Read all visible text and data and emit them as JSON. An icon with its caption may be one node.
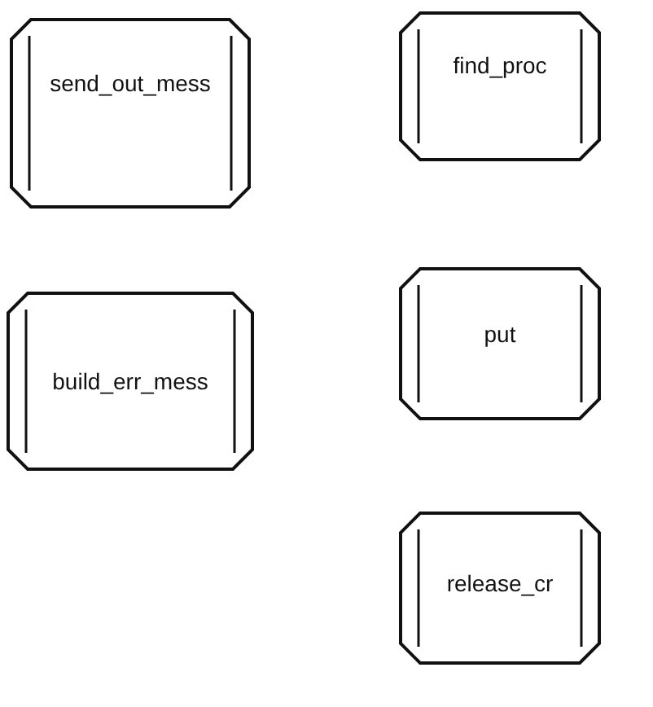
{
  "diagram": {
    "nodes": [
      {
        "text": [
          "send_out_mess"
        ]
      },
      {
        "text": [
          "find_proc"
        ]
      },
      {
        "text": [
          "build_err_mess"
        ]
      },
      {
        "text": [
          "put"
        ]
      },
      {
        "text": [
          "release_cr"
        ]
      }
    ]
  }
}
